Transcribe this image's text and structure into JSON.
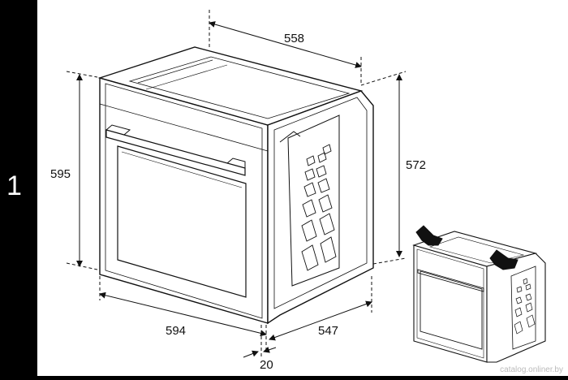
{
  "step_number": "1",
  "dimensions": {
    "depth_total": "558",
    "height_front": "595",
    "height_body": "572",
    "width_front": "594",
    "depth_body": "547",
    "front_thickness": "20"
  },
  "watermark": "catalog.onliner.by",
  "colors": {
    "background": "#ffffff",
    "line": "#111111",
    "sidebar": "#000000"
  }
}
